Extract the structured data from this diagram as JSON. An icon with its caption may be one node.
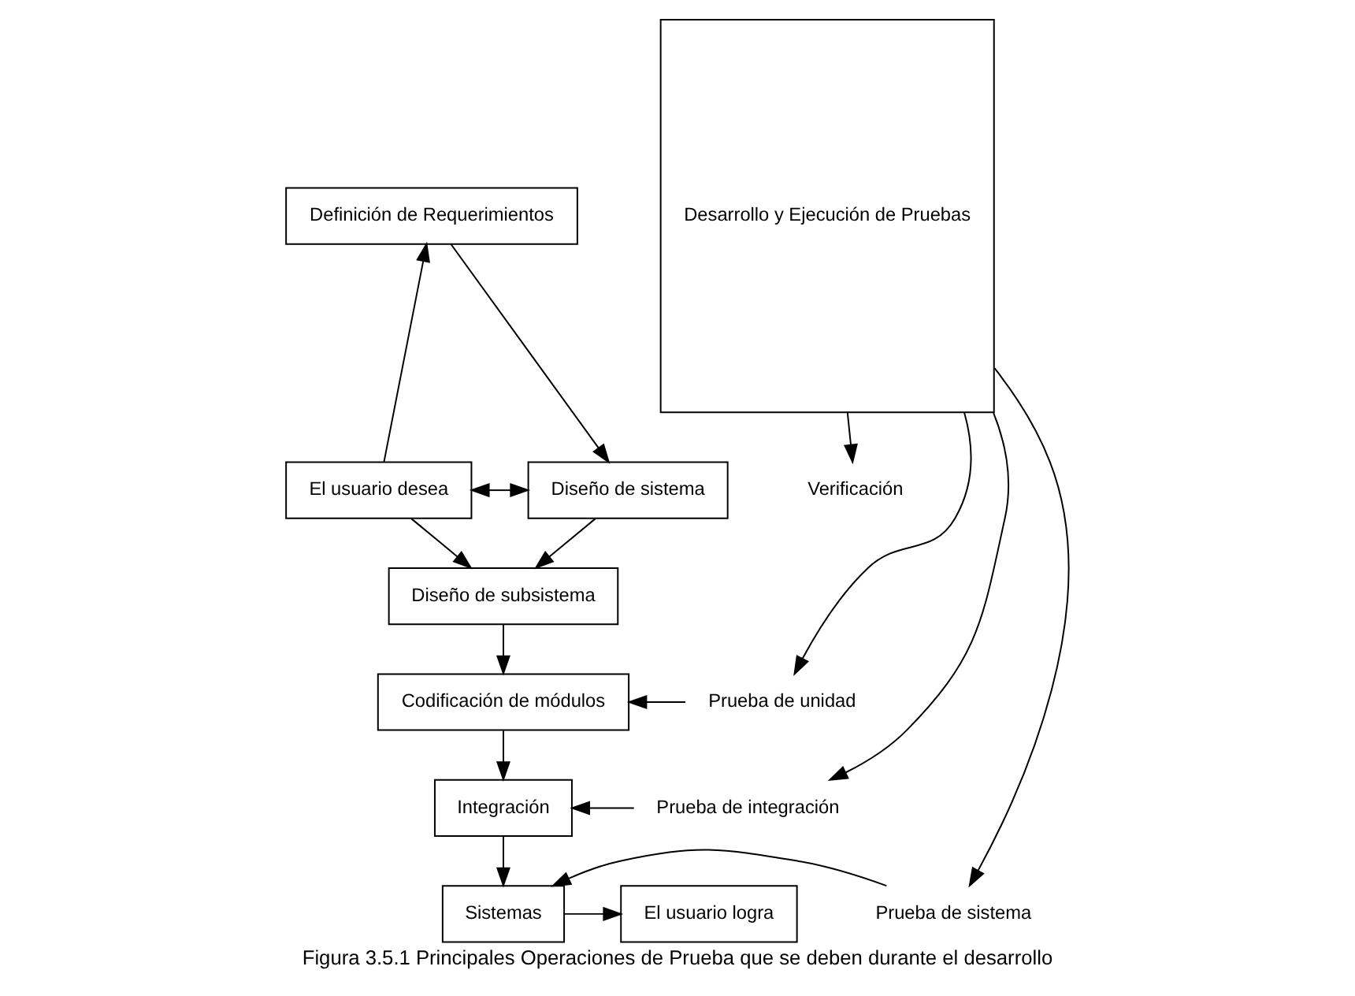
{
  "diagram": {
    "caption": "Figura 3.5.1 Principales Operaciones de Prueba que se deben durante el desarrollo",
    "nodes": [
      {
        "text": [
          "Definición de Requerimientos"
        ]
      },
      {
        "text": [
          "El usuario desea"
        ]
      },
      {
        "text": [
          "Diseño de sistema"
        ]
      },
      {
        "text": [
          "Diseño de subsistema"
        ]
      },
      {
        "text": [
          "Codificación de módulos"
        ]
      },
      {
        "text": [
          "Integración"
        ]
      },
      {
        "text": [
          "El usuario logra"
        ]
      },
      {
        "text": [
          "Sistemas"
        ]
      },
      {
        "text": [
          "Desarrollo y Ejecución de Pruebas"
        ]
      },
      {
        "text": [
          "Verificación"
        ]
      },
      {
        "text": [
          "Prueba de unidad"
        ]
      },
      {
        "text": [
          "Prueba de integración"
        ]
      },
      {
        "text": [
          "Prueba de sistema"
        ]
      }
    ],
    "edges": [
      {
        "from": 1,
        "to": 0,
        "arrow": "to"
      },
      {
        "from": 1,
        "to": 2,
        "arrow": "both"
      },
      {
        "from": 1,
        "to": 3,
        "arrow": "to"
      },
      {
        "from": 0,
        "to": 2,
        "arrow": "to"
      },
      {
        "from": 2,
        "to": 3,
        "arrow": "to"
      },
      {
        "from": 3,
        "to": 4,
        "arrow": "to"
      },
      {
        "from": 4,
        "to": 5,
        "arrow": "to"
      },
      {
        "from": 5,
        "to": 7,
        "arrow": "to"
      },
      {
        "from": 7,
        "to": 6,
        "arrow": "to"
      },
      {
        "from": 8,
        "to": 9,
        "arrow": "to"
      },
      {
        "from": 8,
        "to": 10,
        "arrow": "to"
      },
      {
        "from": 8,
        "to": 11,
        "arrow": "to"
      },
      {
        "from": 8,
        "to": 12,
        "arrow": "to"
      },
      {
        "from": 10,
        "to": 4,
        "arrow": "to"
      },
      {
        "from": 11,
        "to": 5,
        "arrow": "to"
      },
      {
        "from": 12,
        "to": 7,
        "arrow": "to"
      }
    ]
  }
}
